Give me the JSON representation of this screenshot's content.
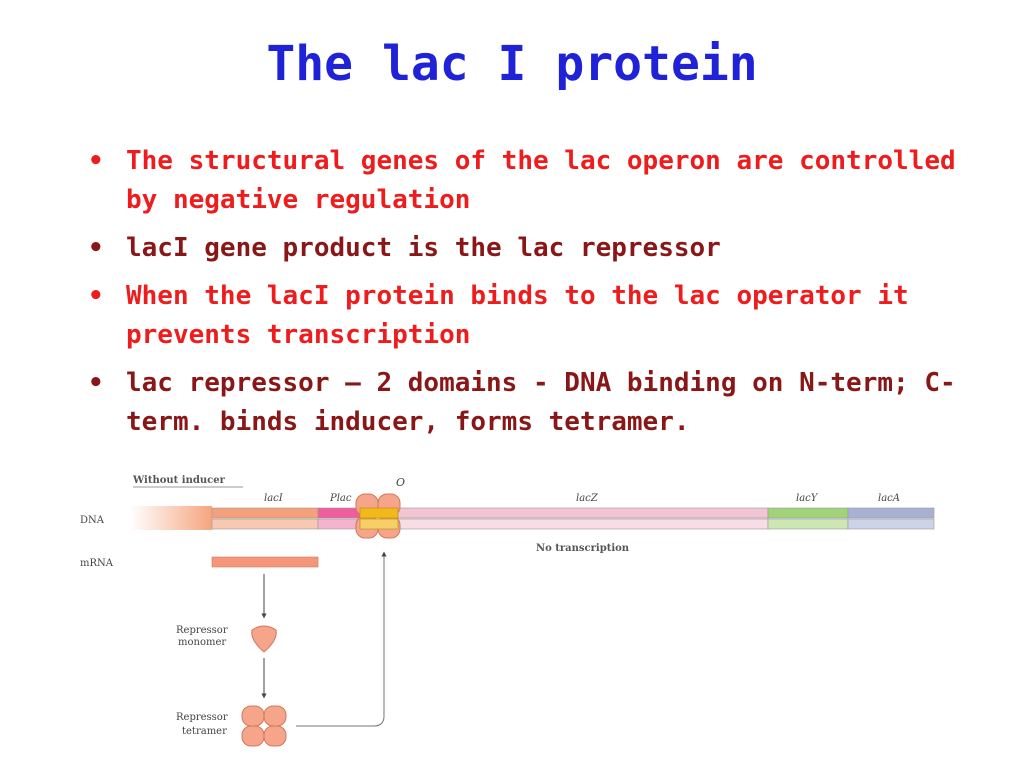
{
  "title": "The lac I protein",
  "colors": {
    "title": "#1f22d6",
    "bullets": [
      "#ee1c1c",
      "#8a1717",
      "#ee1c1c",
      "#8a1717"
    ],
    "lacI": "#f4a07a",
    "plac": "#ef5d9a",
    "operator": "#f2b81c",
    "lacZ": "#f3c5d2",
    "lacY": "#a2d27a",
    "lacA": "#a7b1d4",
    "repressor": "#f4967a"
  },
  "bullets": [
    "The structural genes of the lac operon are controlled by negative regulation",
    "lacI gene product is the lac repressor",
    "When the lacI protein binds to the lac operator it prevents transcription",
    "lac repressor – 2 domains - DNA binding on N-term; C-term. binds inducer, forms tetramer."
  ],
  "diagram": {
    "heading": "Without inducer",
    "labels": {
      "dna": "DNA",
      "mrna": "mRNA",
      "laci": "lacI",
      "plac": "Plac",
      "operator": "O",
      "lacz": "lacZ",
      "lacy": "lacY",
      "laca": "lacA",
      "no_transcription": "No transcription",
      "repressor_monomer": [
        "Repressor",
        "monomer"
      ],
      "repressor_tetramer": [
        "Repressor",
        "tetramer"
      ]
    }
  }
}
